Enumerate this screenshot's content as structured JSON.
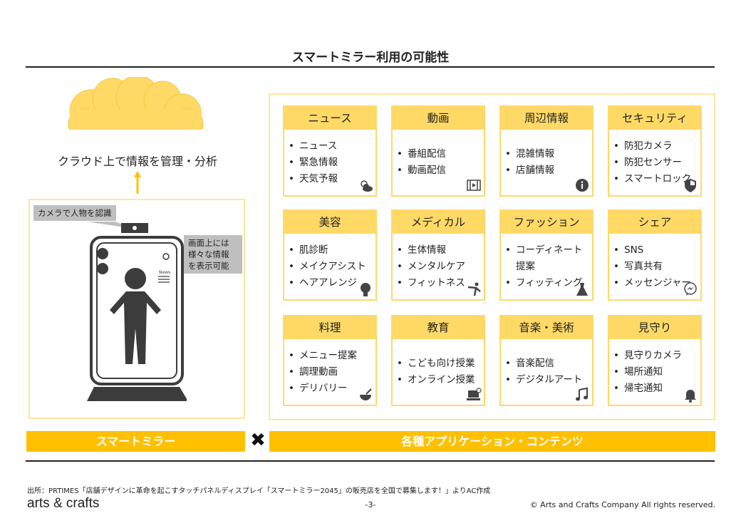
{
  "title": "スマートミラー利用の可能性",
  "cloud_text": "クラウド上で情報を管理・分析",
  "camera_callout": "カメラで人物を認識",
  "screen_callout": [
    "画面上には",
    "様々な情報",
    "を表示可能"
  ],
  "screen_news_label": "News",
  "cards": [
    {
      "title": "ニュース",
      "items": [
        "ニュース",
        "緊急情報",
        "天気予報"
      ],
      "icon": "weather-icon"
    },
    {
      "title": "動画",
      "items": [
        "番組配信",
        "動画配信"
      ],
      "icon": "film-icon"
    },
    {
      "title": "周辺情報",
      "items": [
        "混雑情報",
        "店舗情報"
      ],
      "icon": "info-icon"
    },
    {
      "title": "セキュリティ",
      "items": [
        "防犯カメラ",
        "防犯センサー",
        "スマートロック"
      ],
      "icon": "shield-icon"
    },
    {
      "title": "美容",
      "items": [
        "肌診断",
        "メイクアシスト",
        "ヘアアレンジ"
      ],
      "icon": "hair-icon"
    },
    {
      "title": "メディカル",
      "items": [
        "生体情報",
        "メンタルケア",
        "フィットネス"
      ],
      "icon": "yoga-icon"
    },
    {
      "title": "ファッション",
      "items": [
        "コーディネート提案",
        "フィッティング"
      ],
      "icon": "dress-icon"
    },
    {
      "title": "シェア",
      "items": [
        "SNS",
        "写真共有",
        "メッセンジャー"
      ],
      "icon": "messenger-icon"
    },
    {
      "title": "料理",
      "items": [
        "メニュー提案",
        "調理動画",
        "デリバリー"
      ],
      "icon": "cooking-icon"
    },
    {
      "title": "教育",
      "items": [
        "こども向け授業",
        "オンライン授業"
      ],
      "icon": "laptop-icon"
    },
    {
      "title": "音楽・美術",
      "items": [
        "音楽配信",
        "デジタルアート"
      ],
      "icon": "music-icon"
    },
    {
      "title": "見守り",
      "items": [
        "見守りカメラ",
        "場所通知",
        "帰宅通知"
      ],
      "icon": "bell-icon"
    }
  ],
  "bar_left": "スマートミラー",
  "bar_right": "各種アプリケーション・コンテンツ",
  "times": "✖",
  "source": "出所：PRTIMES「店舗デザインに革命を起こすタッチパネルディスプレイ「スマートミラー2045」の販売店を全国で募集します！」よりAC作成",
  "logo": "arts & crafts",
  "page": "-3-",
  "copyright": "© Arts and Crafts Company All rights reserved.",
  "colors": {
    "accent": "#FFC000",
    "card": "#FFD966",
    "box": "#FFE699"
  }
}
